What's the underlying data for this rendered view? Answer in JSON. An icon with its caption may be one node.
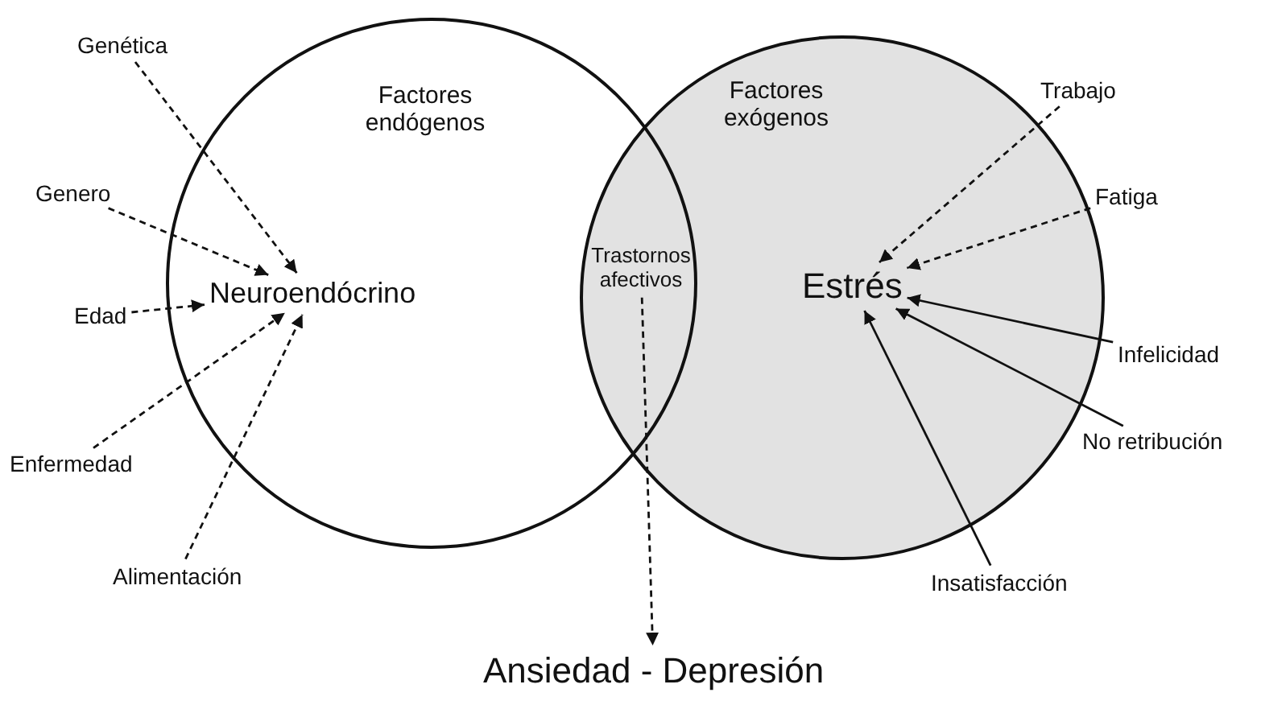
{
  "diagram": {
    "nodes": [
      {
        "text": [
          "Factores endógenos"
        ]
      },
      {
        "text": [
          "Factores exógenos"
        ]
      },
      {
        "text": [
          "Neuroendócrino"
        ],
        "in": 0
      },
      {
        "text": [
          "Trastornos afectivos"
        ]
      },
      {
        "text": [
          "Estrés"
        ],
        "in": 1
      },
      {
        "text": [
          "Genética"
        ]
      },
      {
        "text": [
          "Genero"
        ]
      },
      {
        "text": [
          "Edad"
        ]
      },
      {
        "text": [
          "Enfermedad"
        ]
      },
      {
        "text": [
          "Alimentación"
        ]
      },
      {
        "text": [
          "Trabajo"
        ]
      },
      {
        "text": [
          "Fatiga"
        ]
      },
      {
        "text": [
          "Infelicidad"
        ]
      },
      {
        "text": [
          "No retribución"
        ]
      },
      {
        "text": [
          "Insatisfacción"
        ]
      },
      {
        "text": [
          "Ansiedad - Depresión"
        ]
      }
    ],
    "edges": [
      {
        "from": 5,
        "to": 2,
        "arrow": "to",
        "style": "dashed"
      },
      {
        "from": 6,
        "to": 2,
        "arrow": "to",
        "style": "dashed"
      },
      {
        "from": 7,
        "to": 2,
        "arrow": "to",
        "style": "dashed"
      },
      {
        "from": 8,
        "to": 2,
        "arrow": "to",
        "style": "dashed"
      },
      {
        "from": 9,
        "to": 2,
        "arrow": "to",
        "style": "dashed"
      },
      {
        "from": 10,
        "to": 4,
        "arrow": "to",
        "style": "dashed"
      },
      {
        "from": 11,
        "to": 4,
        "arrow": "to",
        "style": "dashed"
      },
      {
        "from": 12,
        "to": 4,
        "arrow": "to"
      },
      {
        "from": 13,
        "to": 4,
        "arrow": "to"
      },
      {
        "from": 14,
        "to": 4,
        "arrow": "to"
      },
      {
        "from": 3,
        "to": 15,
        "arrow": "to",
        "style": "dashed"
      }
    ]
  }
}
